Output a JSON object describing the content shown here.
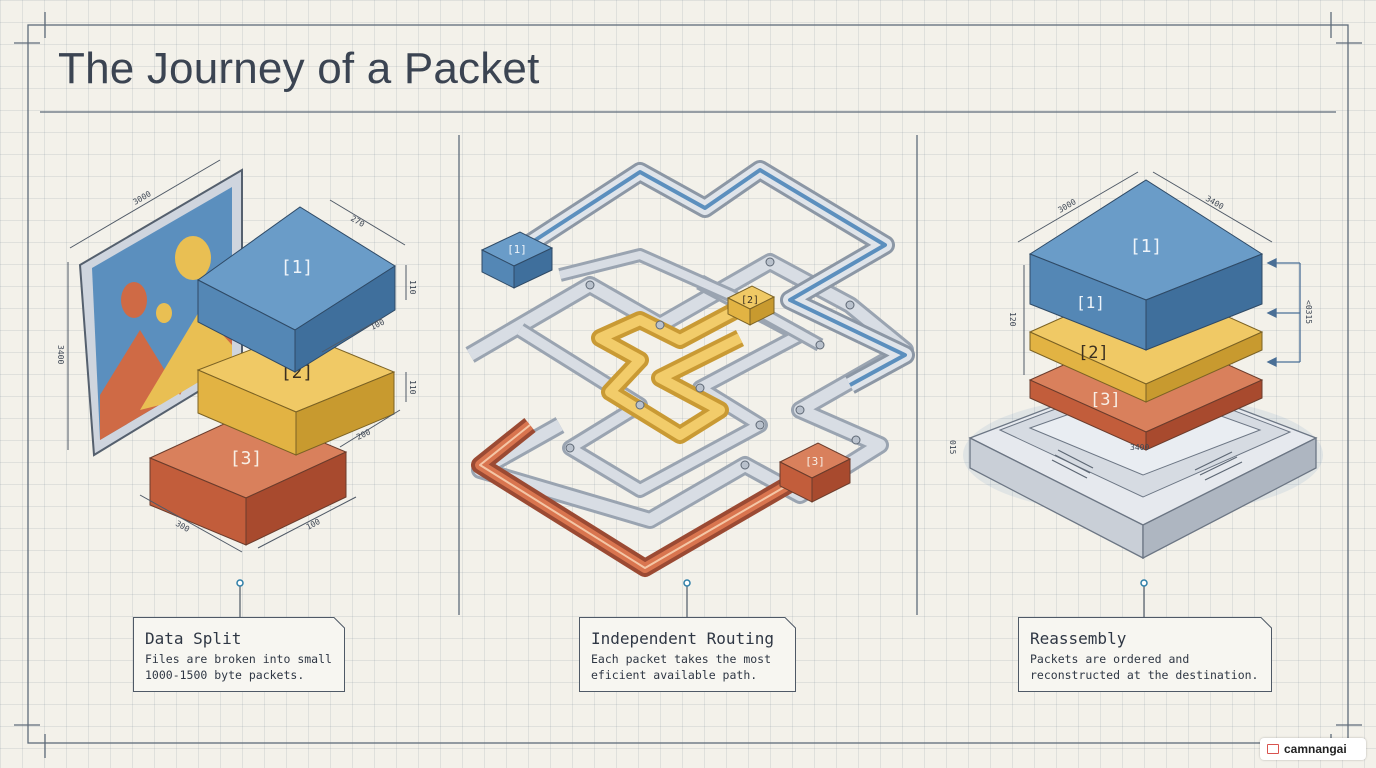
{
  "title": "The Journey of a Packet",
  "panels": [
    {
      "heading": "Data Split",
      "description_line1": "Files are broken into small",
      "description_line2": "1000-1500 byte packets.",
      "blocks": [
        "[1]",
        "[2]",
        "[3]"
      ],
      "dimensions": [
        "3000",
        "270",
        "110",
        "3400",
        "100",
        "110",
        "200",
        "300",
        "100"
      ]
    },
    {
      "heading": "Independent Routing",
      "description_line1": "Each packet takes the most",
      "description_line2": "eficient available path.",
      "packets": [
        "[1]",
        "[2]",
        "[3]"
      ]
    },
    {
      "heading": "Reassembly",
      "description_line1": "Packets are ordered and",
      "description_line2": "reconstructed at the destination.",
      "blocks": [
        "[1]",
        "[1]",
        "[2]",
        "[3]"
      ],
      "dimensions": [
        "3000",
        "3400",
        "120",
        "<0315",
        "015",
        "3400"
      ]
    }
  ],
  "colors": {
    "blue": "#5b8fbe",
    "yellow": "#e9bf53",
    "red": "#cf6a45",
    "frame": "#7a8696"
  },
  "watermark": "camnangai"
}
